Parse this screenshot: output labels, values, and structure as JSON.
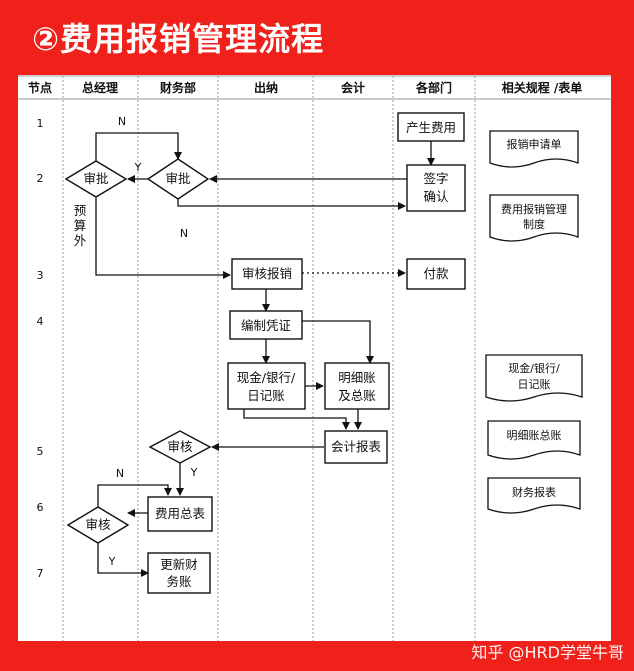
{
  "title": "②费用报销管理流程",
  "watermark": "知乎 @HRD学堂牛哥",
  "columns": [
    "节点",
    "总经理",
    "财务部",
    "出纳",
    "会计",
    "各部门",
    "相关规程 /表单"
  ],
  "rows": [
    "1",
    "2",
    "3",
    "4",
    "5",
    "6",
    "7"
  ],
  "nodes": {
    "apply": "产生费用",
    "sign_1": "签字",
    "sign_2": "确认",
    "gm_approve": "审批",
    "fin_approve": "审批",
    "review": "审核报销",
    "pay": "付款",
    "voucher": "编制凭证",
    "cash_1": "现金/银行/",
    "cash_2": "日记账",
    "detail_1": "明细账",
    "detail_2": "及总账",
    "report": "会计报表",
    "fin_check": "审核",
    "expense_table": "费用总表",
    "gm_check": "审核",
    "update_1": "更新财",
    "update_2": "务账"
  },
  "edge_labels": {
    "n_top": "N",
    "y_gm": "Y",
    "n_mid": "N",
    "budget_1": "预",
    "budget_2": "算",
    "budget_3": "外",
    "y_check": "Y",
    "n_check": "N",
    "y_final": "Y"
  },
  "documents": {
    "doc1": "报销申请单",
    "doc2_1": "费用报销管理",
    "doc2_2": "制度",
    "doc3_1": "现金/银行/",
    "doc3_2": "日记账",
    "doc4": "明细账总账",
    "doc5": "财务报表"
  }
}
